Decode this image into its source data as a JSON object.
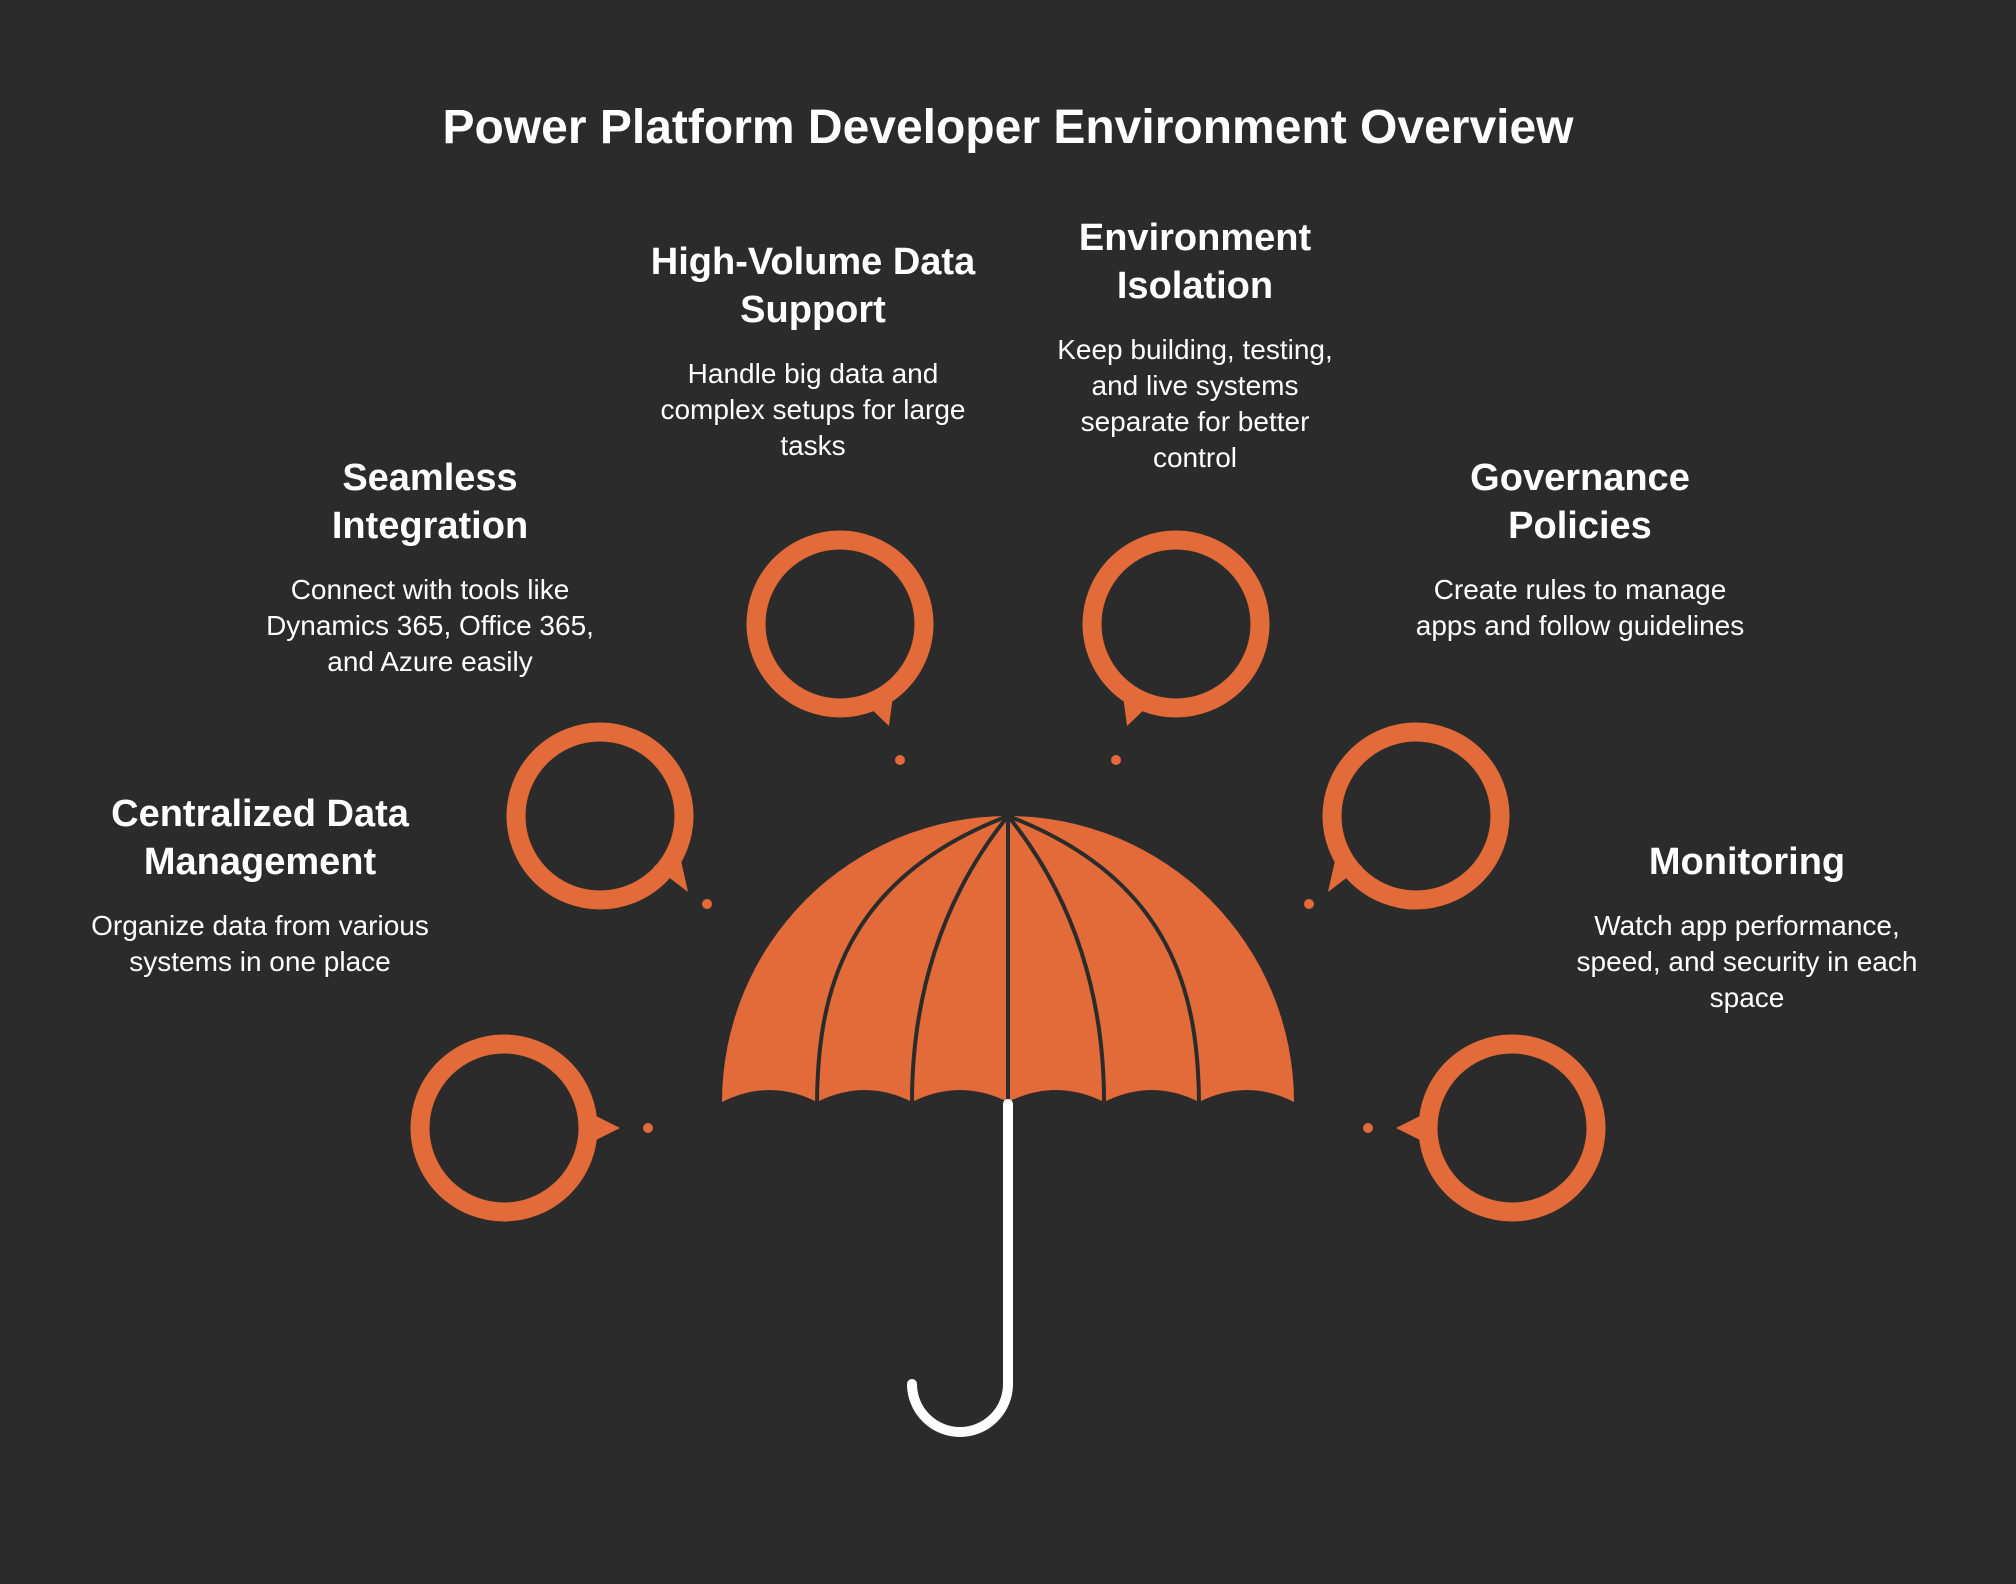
{
  "title": "Power Platform Developer Environment Overview",
  "accent_color": "#e36b3a",
  "background_color": "#2b2b2b",
  "handle_color": "#ffffff",
  "items": [
    {
      "title": "Centralized Data Management",
      "description": "Organize data from various systems in one place"
    },
    {
      "title": "Seamless Integration",
      "description": "Connect with tools like Dynamics 365, Office 365, and Azure easily"
    },
    {
      "title": "High-Volume Data Support",
      "description": "Handle big data and complex setups for large tasks"
    },
    {
      "title": "Environment Isolation",
      "description": "Keep building, testing, and live systems separate for better control"
    },
    {
      "title": "Governance Policies",
      "description": "Create rules to manage apps and follow guidelines"
    },
    {
      "title": "Monitoring",
      "description": "Watch app performance, speed, and security in each space"
    }
  ]
}
